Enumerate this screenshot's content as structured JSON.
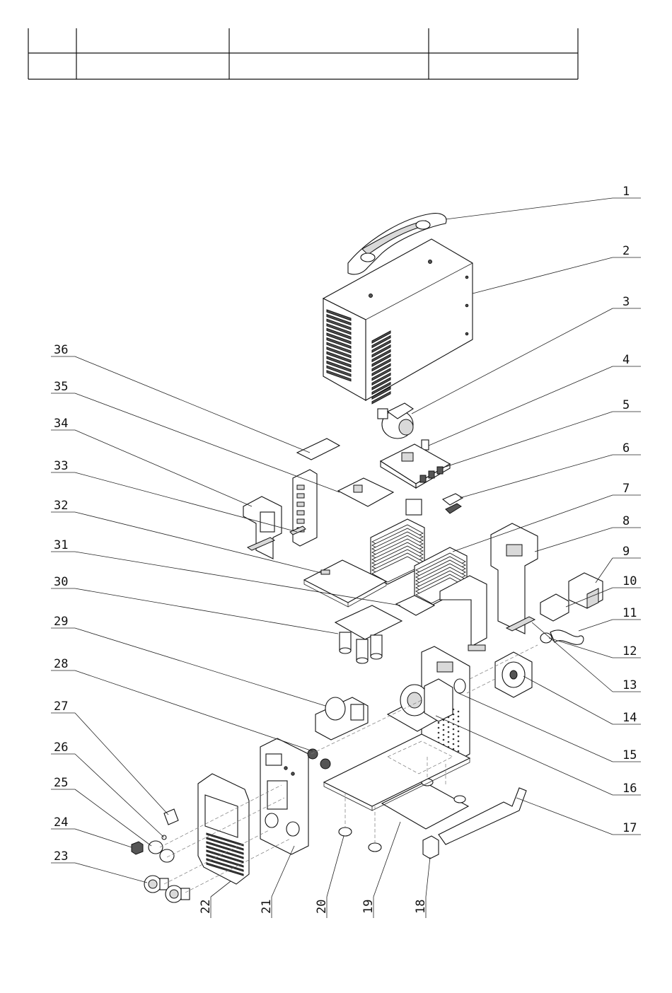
{
  "table": {
    "rows": [
      [
        "",
        "",
        "",
        ""
      ],
      [
        "",
        "",
        "",
        ""
      ]
    ]
  },
  "diagram": {
    "callouts": [
      {
        "id": "1",
        "label": "1"
      },
      {
        "id": "2",
        "label": "2"
      },
      {
        "id": "3",
        "label": "3"
      },
      {
        "id": "4",
        "label": "4"
      },
      {
        "id": "5",
        "label": "5"
      },
      {
        "id": "6",
        "label": "6"
      },
      {
        "id": "7",
        "label": "7"
      },
      {
        "id": "8",
        "label": "8"
      },
      {
        "id": "9",
        "label": "9"
      },
      {
        "id": "10",
        "label": "10"
      },
      {
        "id": "11",
        "label": "11"
      },
      {
        "id": "12",
        "label": "12"
      },
      {
        "id": "13",
        "label": "13"
      },
      {
        "id": "14",
        "label": "14"
      },
      {
        "id": "15",
        "label": "15"
      },
      {
        "id": "16",
        "label": "16"
      },
      {
        "id": "17",
        "label": "17"
      },
      {
        "id": "18",
        "label": "18"
      },
      {
        "id": "19",
        "label": "19"
      },
      {
        "id": "20",
        "label": "20"
      },
      {
        "id": "21",
        "label": "21"
      },
      {
        "id": "22",
        "label": "22"
      },
      {
        "id": "23",
        "label": "23"
      },
      {
        "id": "24",
        "label": "24"
      },
      {
        "id": "25",
        "label": "25"
      },
      {
        "id": "26",
        "label": "26"
      },
      {
        "id": "27",
        "label": "27"
      },
      {
        "id": "28",
        "label": "28"
      },
      {
        "id": "29",
        "label": "29"
      },
      {
        "id": "30",
        "label": "30"
      },
      {
        "id": "31",
        "label": "31"
      },
      {
        "id": "32",
        "label": "32"
      },
      {
        "id": "33",
        "label": "33"
      },
      {
        "id": "34",
        "label": "34"
      },
      {
        "id": "35",
        "label": "35"
      },
      {
        "id": "36",
        "label": "36"
      }
    ]
  }
}
